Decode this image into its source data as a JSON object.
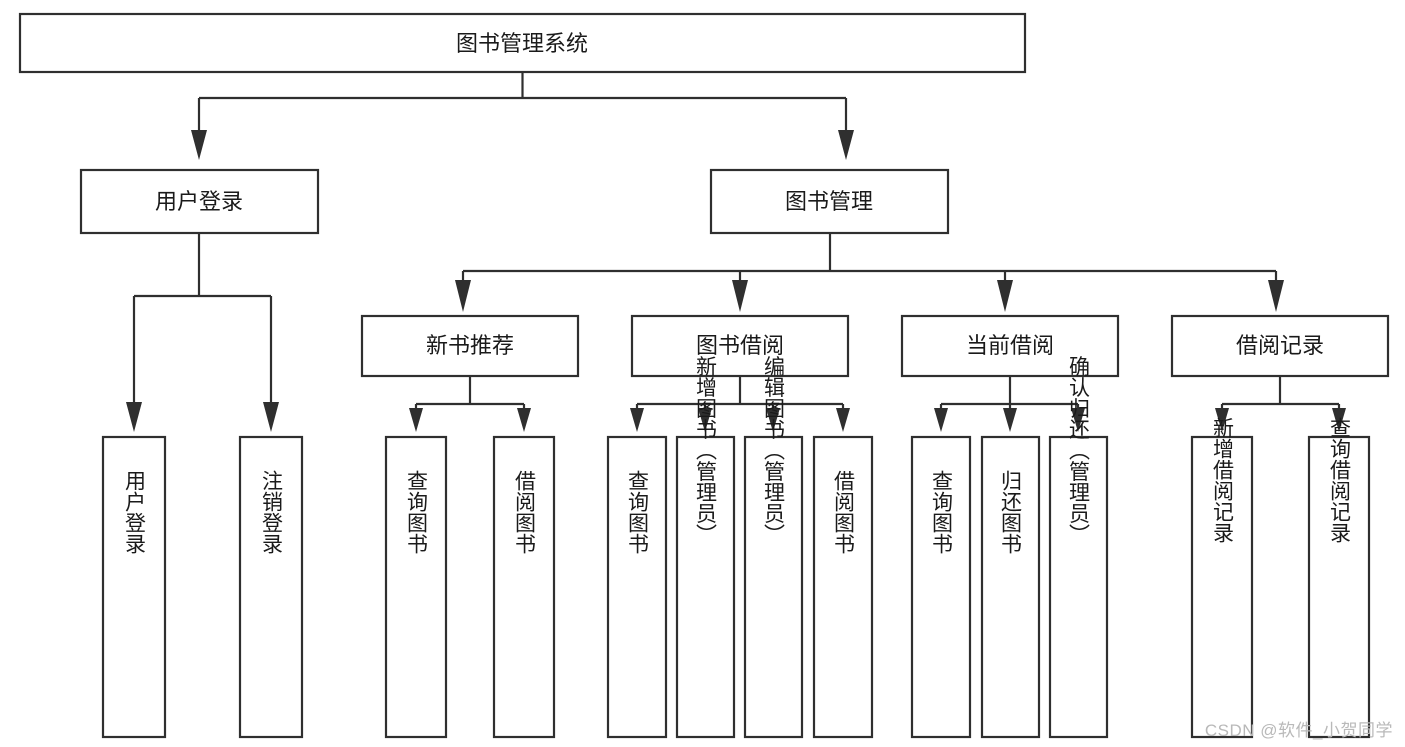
{
  "diagram": {
    "type": "hierarchy-tree",
    "title": "图书管理系统",
    "watermark": "CSDN @软件_小贺同学",
    "colors": {
      "box_stroke": "#2f2f2f",
      "box_fill": "#ffffff",
      "text": "#1a1a1a",
      "background": "#ffffff",
      "watermark": "#b9b9b9"
    },
    "root": {
      "label": "图书管理系统",
      "children": [
        {
          "label": "用户登录",
          "children": [
            {
              "label": "用户登录"
            },
            {
              "label": "注销登录"
            }
          ]
        },
        {
          "label": "图书管理",
          "children": [
            {
              "label": "新书推荐",
              "children": [
                {
                  "label": "查询图书"
                },
                {
                  "label": "借阅图书"
                }
              ]
            },
            {
              "label": "图书借阅",
              "children": [
                {
                  "label": "查询图书"
                },
                {
                  "label": "新增图书（管理员）"
                },
                {
                  "label": "编辑图书（管理员）"
                },
                {
                  "label": "借阅图书"
                }
              ]
            },
            {
              "label": "当前借阅",
              "children": [
                {
                  "label": "查询图书"
                },
                {
                  "label": "归还图书"
                },
                {
                  "label": "确认归还（管理员）"
                }
              ]
            },
            {
              "label": "借阅记录",
              "children": [
                {
                  "label": "新增借阅记录"
                },
                {
                  "label": "查询借阅记录"
                }
              ]
            }
          ]
        }
      ]
    },
    "nodes": {
      "root": {
        "label": "图书管理系统"
      },
      "user_login": {
        "label": "用户登录"
      },
      "book_manage": {
        "label": "图书管理"
      },
      "new_book_rec": {
        "label": "新书推荐"
      },
      "book_borrow": {
        "label": "图书借阅"
      },
      "current_borrow": {
        "label": "当前借阅"
      },
      "borrow_record": {
        "label": "借阅记录"
      },
      "leaf_user_login": {
        "label": "用户登录"
      },
      "leaf_logout": {
        "label": "注销登录"
      },
      "leaf_query_book_a": {
        "label": "查询图书"
      },
      "leaf_borrow_book_a": {
        "label": "借阅图书"
      },
      "leaf_query_book_b": {
        "label": "查询图书"
      },
      "leaf_add_book": {
        "label": "新增图书（管理员）"
      },
      "leaf_edit_book": {
        "label": "编辑图书（管理员）"
      },
      "leaf_borrow_book_b": {
        "label": "借阅图书"
      },
      "leaf_query_book_c": {
        "label": "查询图书"
      },
      "leaf_return_book": {
        "label": "归还图书"
      },
      "leaf_confirm_return": {
        "label": "确认归还（管理员）"
      },
      "leaf_add_record": {
        "label": "新增借阅记录"
      },
      "leaf_query_record": {
        "label": "查询借阅记录"
      }
    }
  }
}
